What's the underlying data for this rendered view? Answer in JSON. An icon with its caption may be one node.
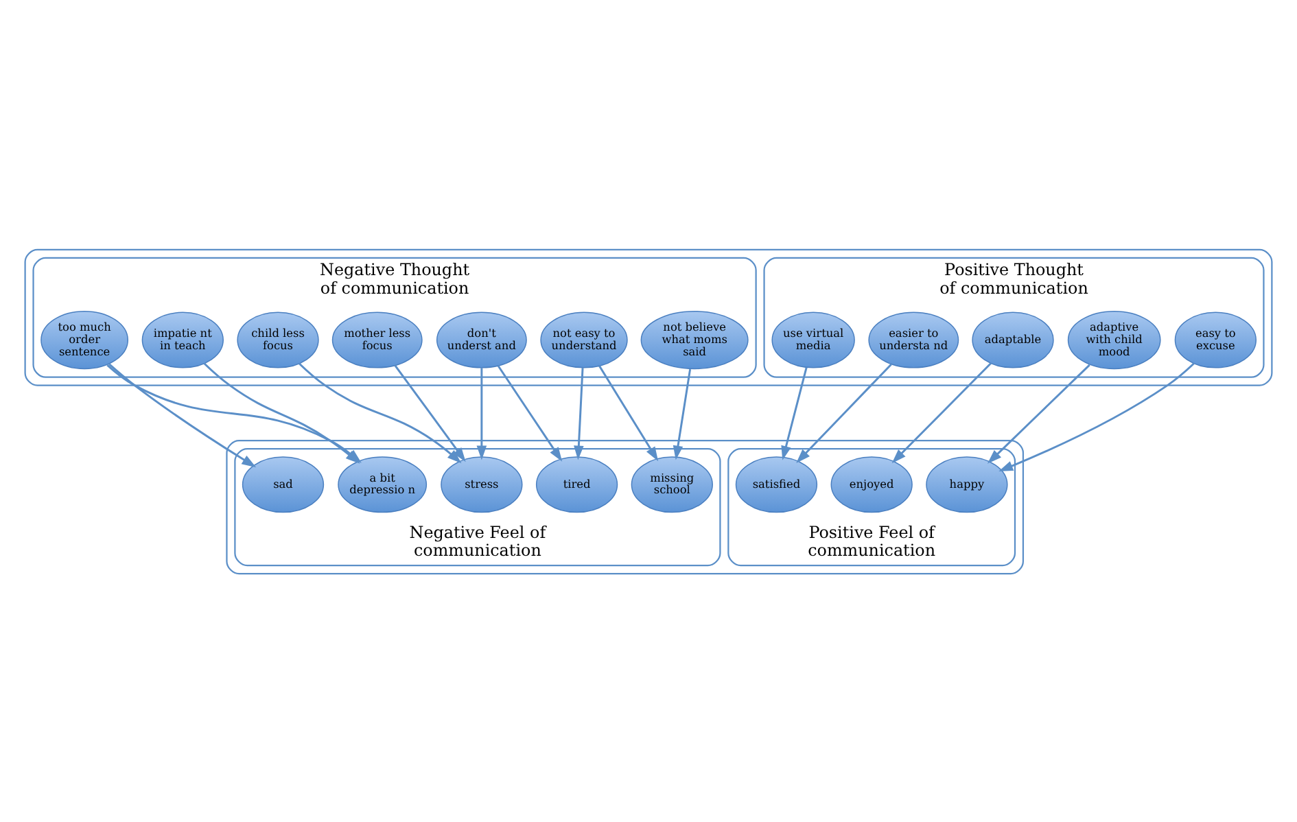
{
  "diagram": {
    "nodes": [
      {
        "text": [],
        "shape": "box"
      },
      {
        "text": [
          "Positive Thought of communication"
        ],
        "in": 0
      },
      {
        "text": [
          "easy to excuse"
        ],
        "in": 1
      },
      {
        "text": [
          "easier to understa nd"
        ],
        "in": 1
      },
      {
        "text": [
          "adaptable"
        ],
        "in": 1
      },
      {
        "text": [
          "adaptive with child mood"
        ],
        "in": 1
      },
      {
        "text": [
          "use virtual media"
        ],
        "in": 1
      },
      {
        "text": [
          "Negative Thought of communication"
        ],
        "in": 0
      },
      {
        "text": [
          "not easy to understand"
        ],
        "in": 7
      },
      {
        "text": [
          "mother less focus"
        ],
        "in": 7
      },
      {
        "text": [
          "not believe what moms said"
        ],
        "in": 7
      },
      {
        "text": [
          "child less focus"
        ],
        "in": 7
      },
      {
        "text": [
          "impatie nt in teach"
        ],
        "in": 7
      },
      {
        "text": [
          "too much order sentence"
        ],
        "in": 7
      },
      {
        "text": [
          "don't underst and"
        ],
        "in": 7
      },
      {
        "text": [],
        "shape": "box"
      },
      {
        "text": [
          "Positive Feel of communication"
        ],
        "in": 15
      },
      {
        "text": [
          "happy"
        ],
        "in": 16
      },
      {
        "text": [
          "enjoyed"
        ],
        "in": 16
      },
      {
        "text": [
          "satisfied"
        ],
        "in": 16
      },
      {
        "text": [
          "Negative Feel of communication"
        ],
        "in": 15
      },
      {
        "text": [
          "tired"
        ],
        "in": 20
      },
      {
        "text": [
          "a bit depressio n"
        ],
        "in": 20
      },
      {
        "text": [
          "stress"
        ],
        "in": 20
      },
      {
        "text": [
          "missing school"
        ],
        "in": 20
      },
      {
        "text": [
          "sad"
        ],
        "in": 20
      }
    ],
    "edges": [
      {
        "from": 4,
        "to": 18,
        "arrow": "to"
      },
      {
        "from": 2,
        "to": 17,
        "arrow": "to"
      },
      {
        "from": 5,
        "to": 17,
        "arrow": "to"
      },
      {
        "from": 6,
        "to": 19,
        "arrow": "to"
      },
      {
        "from": 3,
        "to": 19,
        "arrow": "to"
      },
      {
        "from": 8,
        "to": 24,
        "arrow": "to"
      },
      {
        "from": 8,
        "to": 21,
        "arrow": "to"
      },
      {
        "from": 10,
        "to": 24,
        "arrow": "to"
      },
      {
        "from": 12,
        "to": 22,
        "arrow": "to"
      },
      {
        "from": 13,
        "to": 22,
        "arrow": "to"
      },
      {
        "from": 13,
        "to": 25,
        "arrow": "to"
      },
      {
        "from": 14,
        "to": 21,
        "arrow": "to"
      },
      {
        "from": 14,
        "to": 23,
        "arrow": "to"
      },
      {
        "from": 11,
        "to": 23,
        "arrow": "to"
      },
      {
        "from": 9,
        "to": 23,
        "arrow": "to"
      }
    ]
  }
}
